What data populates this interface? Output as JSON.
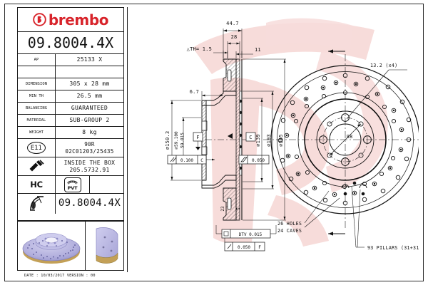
{
  "sheet": {
    "brand": "brembo",
    "part_number": "09.8004.4X",
    "date_line": "DATE : 10/03/2017 VERSION : 00"
  },
  "titleblock": {
    "logo_text": "brembo",
    "logo_mark_icon": "brembo-disc-icon",
    "code": "09.8004.4X",
    "rows": [
      {
        "key": "AP",
        "value": "25133 X"
      },
      {
        "key": "",
        "value": ""
      },
      {
        "key": "DIMENSION",
        "value": "305 x 28 mm"
      },
      {
        "key": "MIN TH",
        "value": "26.5 mm"
      },
      {
        "key": "BALANCING",
        "value": "GUARANTEED"
      },
      {
        "key": "MATERIAL",
        "value": "SUB-GROUP 2"
      },
      {
        "key": "WEIGHT",
        "value": "8 kg"
      }
    ],
    "homologation": {
      "badge": "E11",
      "line1": "90R",
      "line2": "02C01203/25435"
    },
    "inside_box": {
      "icon": "bolt-icon",
      "line1": "INSIDE THE BOX",
      "line2": "205.5732.91"
    },
    "marks": {
      "hc": "HC",
      "pvt": "PVT",
      "pvt_icon": "brake-pad-icon"
    },
    "part_row": {
      "icon": "wheel-hub-icon",
      "value": "09.8004.4X"
    }
  },
  "renders": [
    {
      "name": "disc-isometric-render",
      "caption": ""
    },
    {
      "name": "disc-detail-render",
      "caption": ""
    }
  ],
  "drawing": {
    "section_dims": {
      "overall_width": "44.7",
      "disc_thickness": "28",
      "vane_width": "11",
      "delta_th": "△TH= 1.5",
      "hat_offset": "6.7",
      "pilot_dia_outer": "⌀150.3",
      "pilot_dia_tol_top": "⌀59.100",
      "pilot_dia_tol_bot": "59.015",
      "dia_inner": "⌀139",
      "dia_mid": "⌀193",
      "dia_outer": "⌀305"
    },
    "datums": {
      "f": "F",
      "c": "C"
    },
    "tolerances": {
      "parallel": "0.100",
      "parallel_datum": "C",
      "flatness": "0.050",
      "dtv": "DTV 0.015",
      "runout": "0.050",
      "runout_datum": "F"
    },
    "face_dims": {
      "bolt_hole": "13.2 (x4)",
      "bolt_circle": "98"
    },
    "notes": {
      "holes": "26 HOLES",
      "caves": "24 CAVES",
      "pillars": "93 PILLARS (31+31+31)"
    }
  },
  "colors": {
    "brand_red": "#d8232a",
    "line": "#1a1a1a",
    "watermark": "#f6d9d8",
    "render_body": "#b0aedd",
    "render_edge": "#c9a24a"
  }
}
